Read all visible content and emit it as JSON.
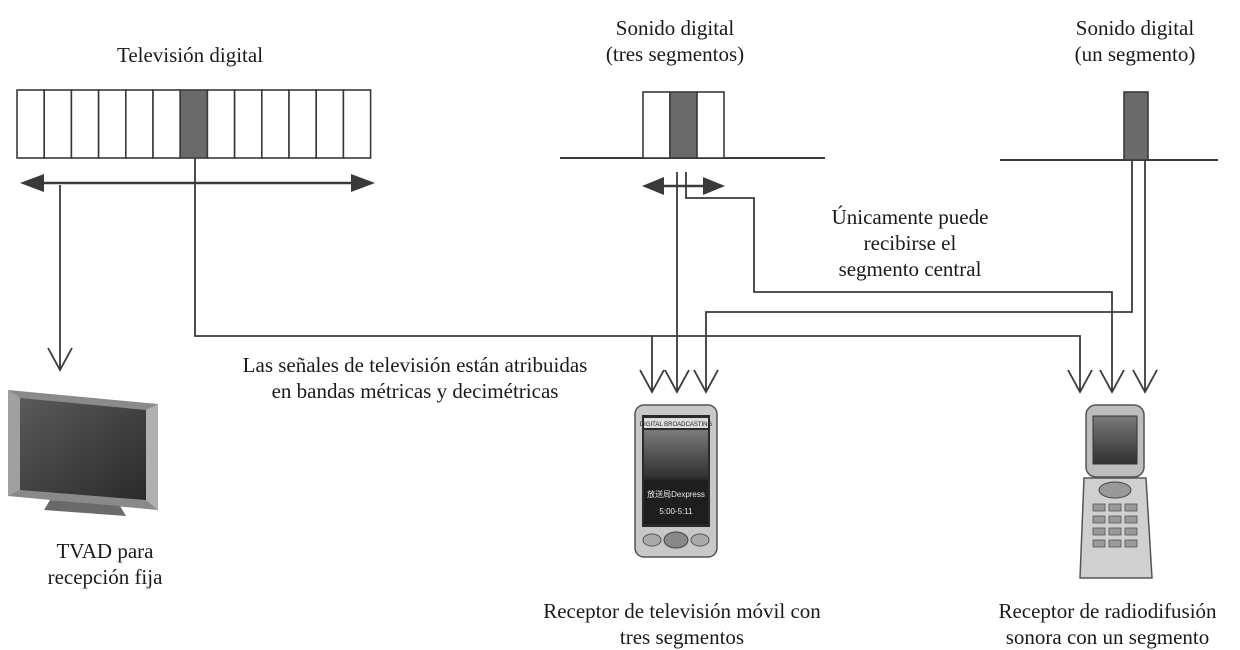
{
  "labels": {
    "tv_digital": "Televisión digital",
    "sound_three": [
      "Sonido digital",
      "(tres segmentos)"
    ],
    "sound_one": [
      "Sonido digital",
      "(un segmento)"
    ],
    "central_note": [
      "Únicamente puede",
      "recibirse el",
      "segmento central"
    ],
    "tv_bands": [
      "Las señales de televisión están atribuidas",
      "en bandas métricas y decimétricas"
    ],
    "fixed_receiver": [
      "TVAD para",
      "recepción fija"
    ],
    "mobile_receiver": [
      "Receptor de televisión móvil con",
      "tres segmentos"
    ],
    "radio_receiver": [
      "Receptor de radiodifusión",
      "sonora con un segmento"
    ]
  },
  "device_screen": {
    "header": "DIGITAL BROADCASTING",
    "line1": "放送局Dexpress",
    "line2": "5:00-5:11"
  },
  "segments": {
    "tv_count": 13,
    "tv_highlighted_index": 6,
    "three_count": 3,
    "three_highlighted_index": 1,
    "one_count": 1
  },
  "colors": {
    "line": "#3a3a3a",
    "segment_fill": "#6a6a6a",
    "text": "#1a1a1a"
  }
}
